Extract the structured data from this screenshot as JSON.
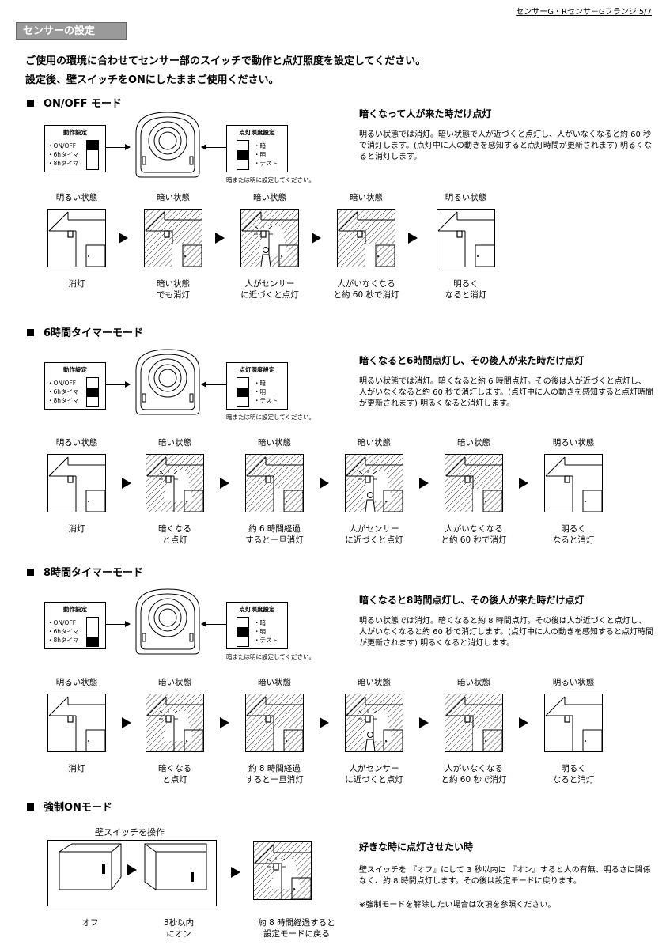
{
  "header": {
    "text": "センサーG・Rセンサ－Gフランジ",
    "page": "5/7"
  },
  "section_title": "センサーの設定",
  "intro": [
    "ご使用の環境に合わせてセンサー部のスイッチで動作と点灯照度を設定してください。",
    "設定後、壁スイッチをONにしたままご使用ください。"
  ],
  "switch_labels": {
    "action_title": "動作設定",
    "action_items": [
      "・ON/OFF",
      "・6hタイマ",
      "・8hタイマ"
    ],
    "light_title": "点灯照度設定",
    "light_items": [
      "・暗",
      "・明",
      "・テスト"
    ],
    "note": "暗または明に設定してください。"
  },
  "modes": [
    {
      "title": "ON/OFF モード",
      "desc_title": "暗くなって人が来た時だけ点灯",
      "desc": "明るい状態では消灯。暗い状態で人が近づくと点灯し、人がいなくなると約 60 秒で消灯します。(点灯中に人の動きを感知すると点灯時間が更新されます) 明るくなると消灯します。",
      "states": [
        "明るい状態",
        "暗い状態",
        "暗い状態",
        "暗い状態",
        "明るい状態"
      ],
      "captions": [
        "消灯",
        "暗い状態\nでも消灯",
        "人がセンサー\nに近づくと点灯",
        "人がいなくなる\nと約 60 秒で消灯",
        "明るく\nなると消灯"
      ]
    },
    {
      "title": "6時間タイマーモード",
      "desc_title": "暗くなると6時間点灯し、その後人が来た時だけ点灯",
      "desc": "明るい状態では消灯。暗くなると約 6 時間点灯。その後は人が近づくと点灯し、人がいなくなると約 60 秒で消灯します。(点灯中に人の動きを感知すると点灯時間が更新されます) 明るくなると消灯します。",
      "states": [
        "明るい状態",
        "暗い状態",
        "暗い状態",
        "暗い状態",
        "暗い状態",
        "明るい状態"
      ],
      "captions": [
        "消灯",
        "暗くなる\nと点灯",
        "約 6 時間経過\nすると一旦消灯",
        "人がセンサー\nに近づくと点灯",
        "人がいなくなる\nと約 60 秒で消灯",
        "明るく\nなると消灯"
      ]
    },
    {
      "title": "8時間タイマーモード",
      "desc_title": "暗くなると8時間点灯し、その後人が来た時だけ点灯",
      "desc": "明るい状態では消灯。暗くなると約 8 時間点灯。その後は人が近づくと点灯し、人がいなくなると約 60 秒で消灯します。(点灯中に人の動きを感知すると点灯時間が更新されます) 明るくなると消灯します。",
      "states": [
        "明るい状態",
        "暗い状態",
        "暗い状態",
        "暗い状態",
        "暗い状態",
        "明るい状態"
      ],
      "captions": [
        "消灯",
        "暗くなる\nと点灯",
        "約 8 時間経過\nすると一旦消灯",
        "人がセンサー\nに近づくと点灯",
        "人がいなくなる\nと約 60 秒で消灯",
        "明るく\nなると消灯"
      ]
    }
  ],
  "force": {
    "title": "強制ONモード",
    "wall_label": "壁スイッチを操作",
    "captions": [
      "オフ",
      "3秒以内\nにオン",
      "約 8 時間経過すると\n設定モードに戻る"
    ],
    "desc_title": "好きな時に点灯させたい時",
    "desc": "壁スイッチを 『オフ』にして 3 秒以内に 『オン』すると人の有無、明るさに関係なく、約 8 時間点灯します。その後は設定モードに戻ります。",
    "note": "※強制モードを解除したい場合は次項を参照ください。"
  }
}
